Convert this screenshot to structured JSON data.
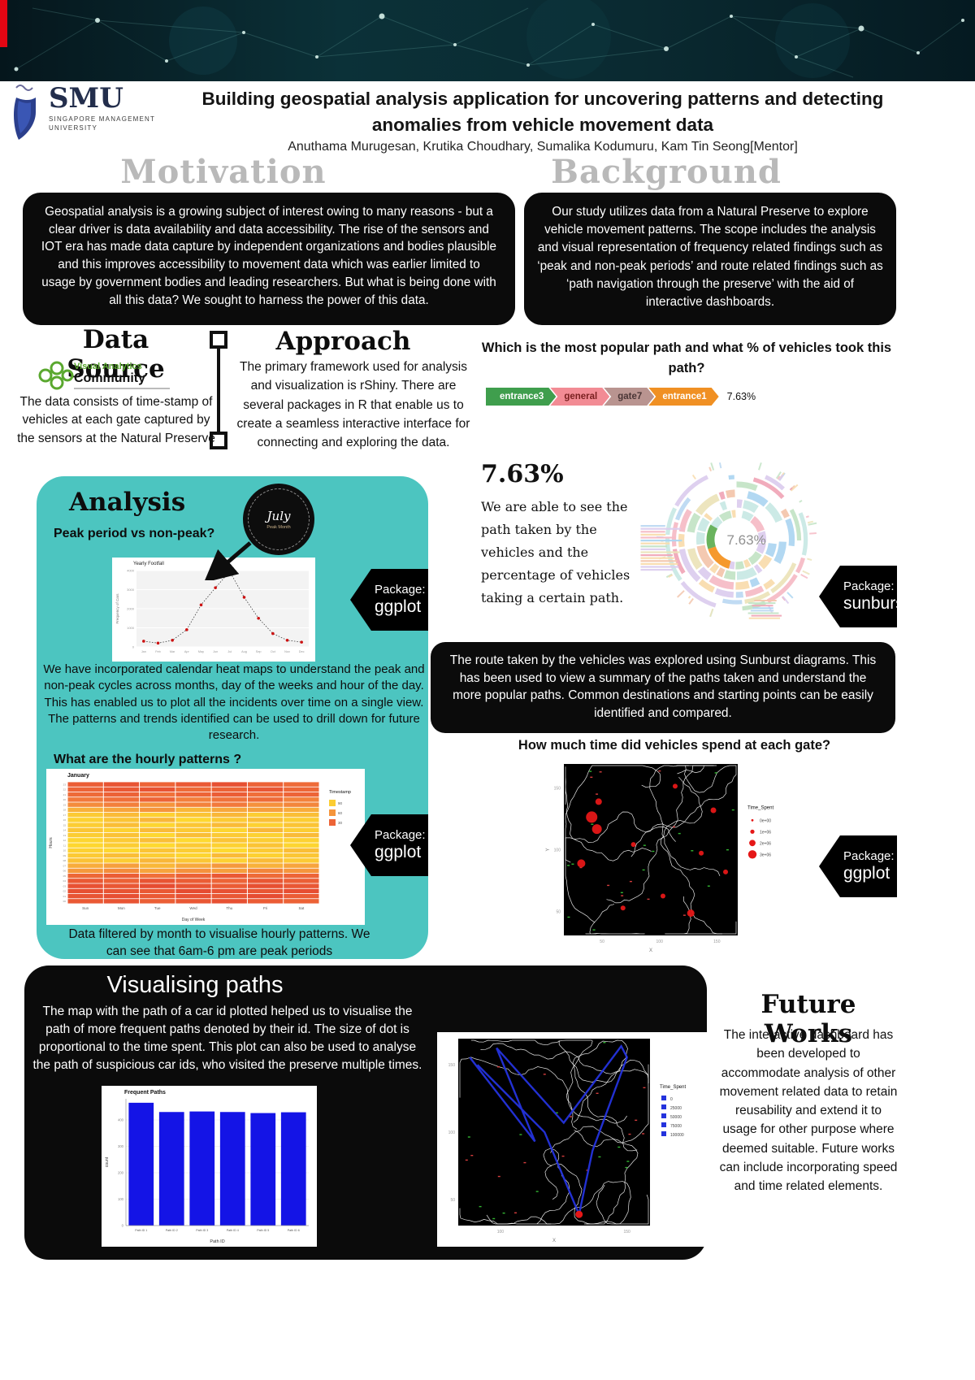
{
  "poster": {
    "logo": {
      "acronym": "SMU",
      "line1": "SINGAPORE MANAGEMENT",
      "line2": "UNIVERSITY"
    },
    "title": "Building geospatial analysis application for uncovering patterns and detecting anomalies from vehicle movement data",
    "authors": "Anuthama Murugesan, Krutika Choudhary, Sumalika Kodumuru, Kam Tin Seong[Mentor]"
  },
  "colors": {
    "teal": "#4cc5c0",
    "box_black": "#0b0b0b",
    "bar_blue": "#1414e6",
    "dot_red": "#e51717",
    "path_blue": "#2433dd",
    "red_strip": "#e30613"
  },
  "motivation": {
    "heading": "Motivation",
    "body": "Geospatial analysis is a growing subject of interest owing to many reasons - but a clear driver is data availability and data accessibility. The rise of the sensors and IOT era has made data capture by independent organizations and bodies plausible and this improves accessibility to movement data which was earlier limited to usage by government bodies and leading researchers.  But what is being done with all this data?  We sought to harness the power of this data."
  },
  "background": {
    "heading": "Background",
    "body": "Our study utilizes data from a Natural Preserve to explore vehicle movement patterns. The scope includes the analysis and visual representation of frequency related findings such as ‘peak and non-peak periods’ and route related findings such as ‘path navigation through the preserve’ with the aid of interactive dashboards."
  },
  "data_source": {
    "heading": "Data Source",
    "logo_line1": "Visual Analytics",
    "logo_line2": "Community",
    "body": "The data consists of time-stamp of vehicles at each gate captured  by the sensors at the Natural Preserve"
  },
  "approach": {
    "heading": "Approach",
    "body": "The primary framework used for analysis and visualization is rShiny. There are several packages in R that enable us to create a seamless interactive interface for connecting and exploring the data."
  },
  "popular_path": {
    "question": "Which is the most popular path and what % of vehicles took this path?",
    "steps": [
      {
        "label": "entrance3",
        "color": "#3f9e4d",
        "text_color": "#ffffff"
      },
      {
        "label": "general",
        "color": "#f28b94",
        "text_color": "#7a2020"
      },
      {
        "label": "gate7",
        "color": "#b99490",
        "text_color": "#4a3636"
      },
      {
        "label": "entrance1",
        "color": "#f09023",
        "text_color": "#ffffff"
      }
    ],
    "result": "7.63%"
  },
  "analysis": {
    "heading": "Analysis",
    "peak_question": "Peak period vs non-peak?",
    "july_badge": {
      "label": "July",
      "sub": "Peak Month"
    },
    "calendar_text": "We have incorporated calendar heat maps to understand the peak and non-peak cycles across months, day of the weeks and hour of the day. This has enabled us to plot all the incidents over time on a single view. The patterns and trends identified can be used to drill down for future research.",
    "hourly_question": "What are the hourly patterns ?",
    "filtered_text": "Data filtered by month to visualise hourly patterns. We can see that 6am-6 pm are peak periods"
  },
  "sunburst_section": {
    "big_percent": "7.63%",
    "body": "We are able to see the path taken by the vehicles and the percentage of vehicles taking a certain path.",
    "route_text": "The route taken by the vehicles was explored using Sunburst diagrams. This has been used to view a summary of the paths taken and understand the more popular paths. Common destinations and starting points can be easily identified and compared.",
    "gate_question": "How much time did vehicles spend at each gate?"
  },
  "packages": {
    "label": "Package:",
    "ggplot": "ggplot",
    "sunburst": "sunburst"
  },
  "visualising": {
    "heading": "Visualising paths",
    "body": "The map with the path of a car id plotted helped us to visualise  the path of more frequent paths denoted by their id. The size of dot is proportional to the time spent. This plot can also be used to analyse the path of suspicious car ids, who visited the preserve multiple times."
  },
  "future_works": {
    "heading": "Future Works",
    "body": "The interactive dashboard has been developed to accommodate analysis of other movement related data to retain reusability and extend it to usage for other purpose where deemed suitable. Future works can include incorporating speed and time related elements."
  },
  "chart_data": [
    {
      "id": "yearly_footfall",
      "type": "line",
      "title": "Yearly Footfall",
      "ylabel": "Frequency of Cars",
      "categories": [
        "Jan",
        "Feb",
        "Mar",
        "Apr",
        "May",
        "Jun",
        "Jul",
        "Aug",
        "Sep",
        "Oct",
        "Nov",
        "Dec"
      ],
      "values": [
        300,
        200,
        350,
        900,
        2200,
        3100,
        3950,
        2600,
        1500,
        700,
        350,
        250
      ],
      "ylim": [
        0,
        4000
      ],
      "yticks": [
        0,
        1000,
        2000,
        3000,
        4000
      ],
      "point_color": "#cc1111"
    },
    {
      "id": "hourly_heatmap",
      "type": "heatmap",
      "title": "January",
      "xlabel": "Day of Week",
      "ylabel": "Hours",
      "legend_title": "Timestamp",
      "legend_ticks": [
        "90",
        "60",
        "30"
      ],
      "columns": [
        "Sun",
        "Mon",
        "Tue",
        "Wed",
        "Thu",
        "Fri",
        "Sat"
      ],
      "rows": [
        "23",
        "22",
        "21",
        "20",
        "19",
        "18",
        "17",
        "16",
        "15",
        "14",
        "13",
        "12",
        "11",
        "10",
        "09",
        "08",
        "07",
        "06",
        "05",
        "04",
        "03",
        "02",
        "01",
        "00"
      ],
      "values": [
        [
          25,
          18,
          30,
          22,
          15,
          28,
          35
        ],
        [
          30,
          22,
          18,
          35,
          28,
          20,
          32
        ],
        [
          35,
          28,
          40,
          30,
          25,
          38,
          30
        ],
        [
          45,
          38,
          30,
          48,
          40,
          35,
          50
        ],
        [
          55,
          48,
          60,
          50,
          45,
          58,
          52
        ],
        [
          75,
          68,
          60,
          78,
          70,
          65,
          72
        ],
        [
          88,
          80,
          92,
          85,
          78,
          90,
          82
        ],
        [
          92,
          85,
          78,
          95,
          88,
          82,
          90
        ],
        [
          90,
          82,
          94,
          86,
          80,
          92,
          85
        ],
        [
          86,
          92,
          80,
          88,
          94,
          78,
          90
        ],
        [
          90,
          84,
          95,
          82,
          88,
          92,
          80
        ],
        [
          94,
          88,
          82,
          96,
          85,
          90,
          92
        ],
        [
          95,
          90,
          96,
          88,
          92,
          85,
          94
        ],
        [
          92,
          95,
          85,
          90,
          96,
          88,
          82
        ],
        [
          88,
          82,
          90,
          94,
          80,
          92,
          86
        ],
        [
          84,
          90,
          78,
          86,
          92,
          80,
          88
        ],
        [
          72,
          65,
          78,
          70,
          62,
          75,
          68
        ],
        [
          62,
          55,
          68,
          58,
          65,
          52,
          60
        ],
        [
          32,
          25,
          38,
          28,
          22,
          35,
          30
        ],
        [
          22,
          28,
          18,
          25,
          30,
          20,
          26
        ],
        [
          16,
          20,
          12,
          18,
          24,
          15,
          20
        ],
        [
          15,
          18,
          22,
          12,
          16,
          20,
          14
        ],
        [
          18,
          14,
          22,
          16,
          20,
          12,
          24
        ],
        [
          22,
          18,
          26,
          20,
          15,
          24,
          28
        ]
      ]
    },
    {
      "id": "sunburst",
      "type": "sunburst",
      "center_label": "7.63%",
      "palette": [
        "#f6bcc6",
        "#c4e4c6",
        "#bdd9f2",
        "#f9dcae",
        "#dccdee",
        "#c9e9e5",
        "#f3c6ad",
        "#ece4bb",
        "#f0a8b8",
        "#aed6f1"
      ],
      "accent_arcs": [
        {
          "color": "#f5992e",
          "from": 195,
          "to": 252
        },
        {
          "color": "#69b35e",
          "from": 252,
          "to": 300
        }
      ]
    },
    {
      "id": "gate_map",
      "type": "map",
      "seed": 5,
      "xlabel": "X",
      "ylabel": "Y",
      "x_ticks": [
        "50",
        "100",
        "150"
      ],
      "y_ticks": [
        "150",
        "100",
        "50"
      ],
      "legend_title": "Time_Spent",
      "legend_type": "circles",
      "legend_entries": [
        "0e+00",
        "1e+06",
        "2e+06",
        "3e+06"
      ],
      "dots": [
        [
          20,
          22,
          4
        ],
        [
          16,
          31,
          7
        ],
        [
          19,
          38,
          6
        ],
        [
          40,
          47,
          3
        ],
        [
          64,
          13,
          3
        ],
        [
          86,
          27,
          3.5
        ],
        [
          10,
          58,
          5
        ],
        [
          79,
          52,
          3
        ],
        [
          93,
          63,
          3
        ],
        [
          57,
          77,
          3
        ],
        [
          73,
          87,
          4.5
        ],
        [
          34,
          84,
          3
        ]
      ]
    },
    {
      "id": "frequent_paths",
      "type": "bar",
      "title": "Frequent Paths",
      "xlabel": "Path ID",
      "ylabel": "count",
      "categories": [
        "Path ID 1",
        "Path ID 2",
        "Path ID 3",
        "Path ID 4",
        "Path ID 5",
        "Path ID 6"
      ],
      "values": [
        465,
        430,
        432,
        430,
        426,
        429
      ],
      "ylim": [
        0,
        480
      ],
      "yticks": [
        0,
        100,
        200,
        300,
        400
      ],
      "bar_color": "#1414e6"
    },
    {
      "id": "path_map",
      "type": "map",
      "seed": 42,
      "xlabel": "X",
      "x_ticks": [
        "100",
        "150"
      ],
      "y_ticks": [
        "150",
        "100",
        "50"
      ],
      "legend_title": "Time_Spent",
      "legend_type": "squares",
      "legend_entries": [
        "0",
        "25000",
        "50000",
        "75000",
        "100000"
      ],
      "blue_path": [
        [
          6,
          10
        ],
        [
          40,
          55
        ],
        [
          20,
          5
        ],
        [
          55,
          45
        ],
        [
          85,
          4
        ],
        [
          88,
          10
        ],
        [
          70,
          60
        ],
        [
          63,
          94
        ],
        [
          45,
          50
        ],
        [
          10,
          14
        ]
      ],
      "end_dot": [
        63,
        94
      ]
    }
  ]
}
